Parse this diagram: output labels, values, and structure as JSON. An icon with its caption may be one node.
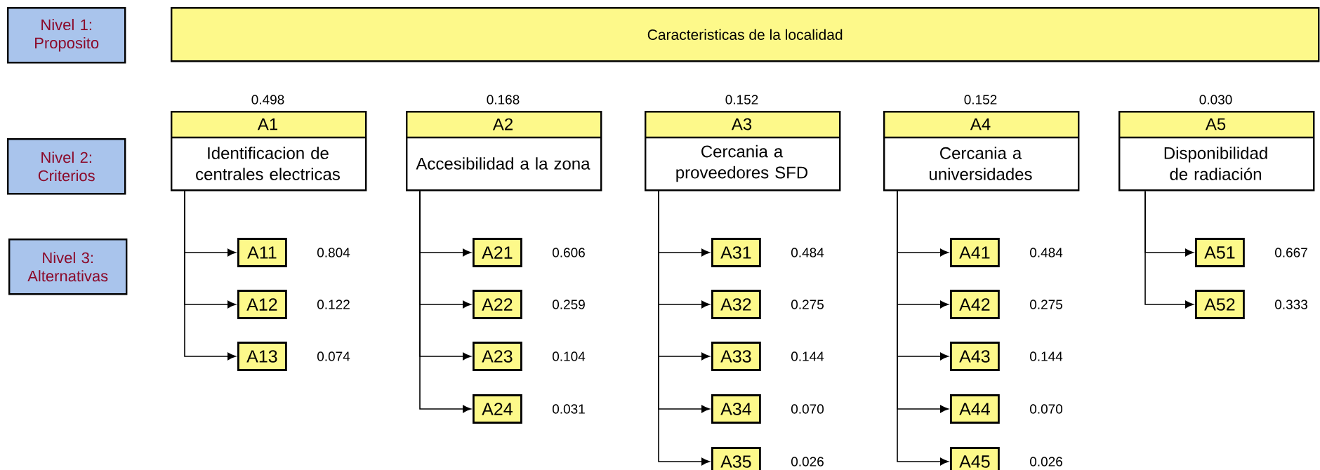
{
  "diagram": {
    "nodes": [
      {
        "text": [
          "Nivel 1: Proposito"
        ]
      },
      {
        "text": [
          "Nivel 2: Criterios"
        ]
      },
      {
        "text": [
          "Nivel 3: Alternativas"
        ]
      },
      {
        "text": [
          "Caracteristicas de la localidad"
        ]
      },
      {
        "text": [
          "A1",
          "Identificacion de centrales electricas"
        ],
        "beside": [
          "0.498"
        ]
      },
      {
        "text": [
          "A2",
          "Accesibilidad a la zona"
        ],
        "beside": [
          "0.168"
        ]
      },
      {
        "text": [
          "A3",
          "Cercania a proveedores SFD"
        ],
        "beside": [
          "0.152"
        ]
      },
      {
        "text": [
          "A4",
          "Cercania a universidades"
        ],
        "beside": [
          "0.152"
        ]
      },
      {
        "text": [
          "A5",
          "Disponibilidad de radiación"
        ],
        "beside": [
          "0.030"
        ]
      },
      {
        "text": [
          "A11"
        ],
        "beside": [
          "0.804"
        ]
      },
      {
        "text": [
          "A12"
        ],
        "beside": [
          "0.122"
        ]
      },
      {
        "text": [
          "A13"
        ],
        "beside": [
          "0.074"
        ]
      },
      {
        "text": [
          "A21"
        ],
        "beside": [
          "0.606"
        ]
      },
      {
        "text": [
          "A22"
        ],
        "beside": [
          "0.259"
        ]
      },
      {
        "text": [
          "A23"
        ],
        "beside": [
          "0.104"
        ]
      },
      {
        "text": [
          "A24"
        ],
        "beside": [
          "0.031"
        ]
      },
      {
        "text": [
          "A31"
        ],
        "beside": [
          "0.484"
        ]
      },
      {
        "text": [
          "A32"
        ],
        "beside": [
          "0.275"
        ]
      },
      {
        "text": [
          "A33"
        ],
        "beside": [
          "0.144"
        ]
      },
      {
        "text": [
          "A34"
        ],
        "beside": [
          "0.070"
        ]
      },
      {
        "text": [
          "A35"
        ],
        "beside": [
          "0.026"
        ]
      },
      {
        "text": [
          "A41"
        ],
        "beside": [
          "0.484"
        ]
      },
      {
        "text": [
          "A42"
        ],
        "beside": [
          "0.275"
        ]
      },
      {
        "text": [
          "A43"
        ],
        "beside": [
          "0.144"
        ]
      },
      {
        "text": [
          "A44"
        ],
        "beside": [
          "0.070"
        ]
      },
      {
        "text": [
          "A45"
        ],
        "beside": [
          "0.026"
        ]
      },
      {
        "text": [
          "A51"
        ],
        "beside": [
          "0.667"
        ]
      },
      {
        "text": [
          "A52"
        ],
        "beside": [
          "0.333"
        ]
      }
    ],
    "edges": [
      {
        "from": 4,
        "to": 9,
        "arrow": "to"
      },
      {
        "from": 4,
        "to": 10,
        "arrow": "to"
      },
      {
        "from": 4,
        "to": 11,
        "arrow": "to"
      },
      {
        "from": 5,
        "to": 12,
        "arrow": "to"
      },
      {
        "from": 5,
        "to": 13,
        "arrow": "to"
      },
      {
        "from": 5,
        "to": 14,
        "arrow": "to"
      },
      {
        "from": 5,
        "to": 15,
        "arrow": "to"
      },
      {
        "from": 6,
        "to": 16,
        "arrow": "to"
      },
      {
        "from": 6,
        "to": 17,
        "arrow": "to"
      },
      {
        "from": 6,
        "to": 18,
        "arrow": "to"
      },
      {
        "from": 6,
        "to": 19,
        "arrow": "to"
      },
      {
        "from": 6,
        "to": 20,
        "arrow": "to"
      },
      {
        "from": 7,
        "to": 21,
        "arrow": "to"
      },
      {
        "from": 7,
        "to": 22,
        "arrow": "to"
      },
      {
        "from": 7,
        "to": 23,
        "arrow": "to"
      },
      {
        "from": 7,
        "to": 24,
        "arrow": "to"
      },
      {
        "from": 7,
        "to": 25,
        "arrow": "to"
      },
      {
        "from": 8,
        "to": 26,
        "arrow": "to"
      },
      {
        "from": 8,
        "to": 27,
        "arrow": "to"
      }
    ]
  }
}
